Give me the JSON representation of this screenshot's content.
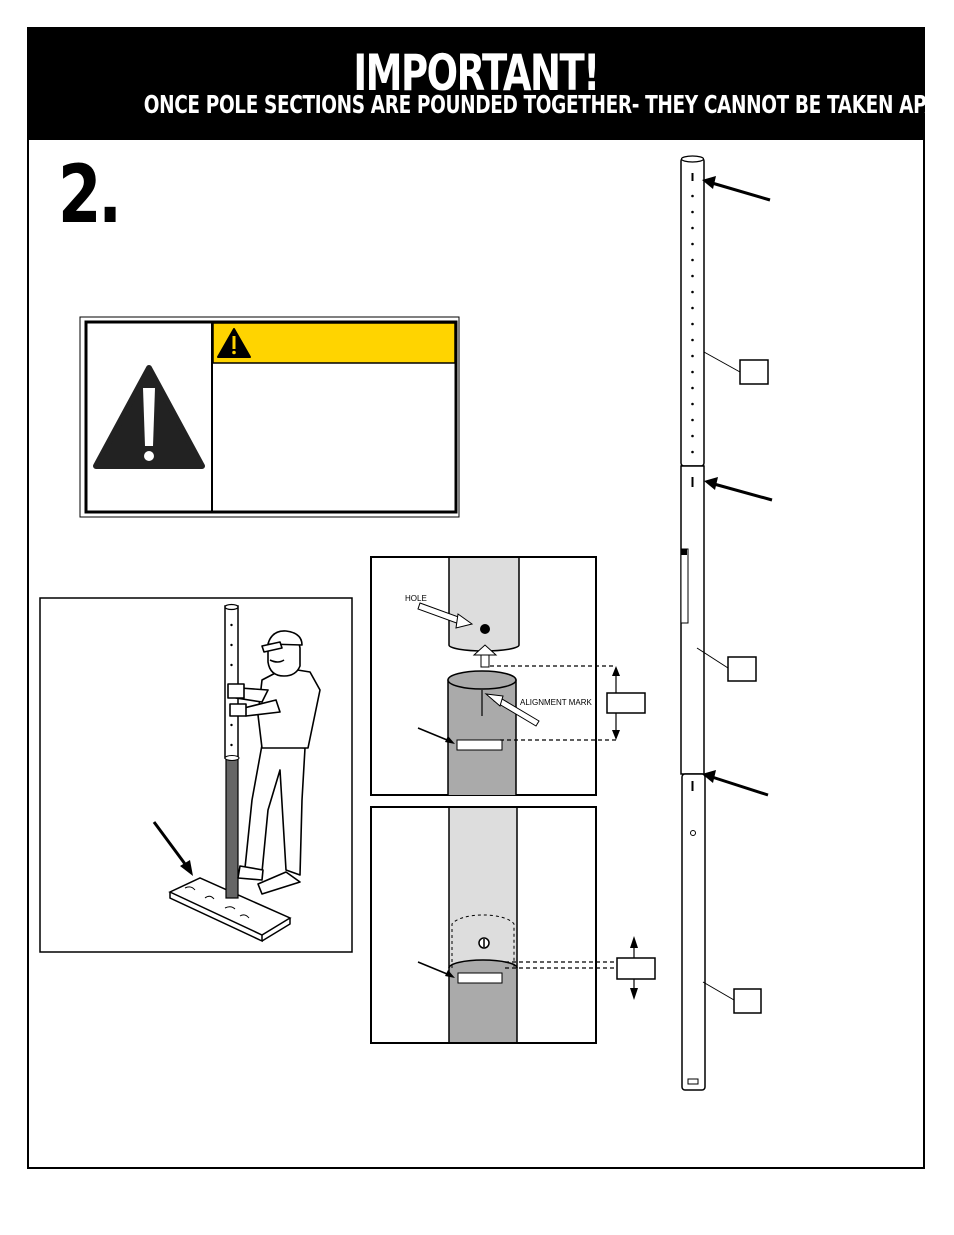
{
  "header": {
    "title": "IMPORTANT!",
    "subtitle": "ONCE POLE SECTIONS ARE POUNDED TOGETHER- THEY CANNOT BE TAKEN APART"
  },
  "step": {
    "number": "2."
  },
  "warning_label": {
    "icon": "warning-triangle-icon",
    "header_color": "#FFD400"
  },
  "detail_top": {
    "hole_label": "HOLE",
    "alignment_label": "ALIGNMENT MARK"
  },
  "icons": [
    "warning-triangle-icon",
    "arrow-icon"
  ]
}
